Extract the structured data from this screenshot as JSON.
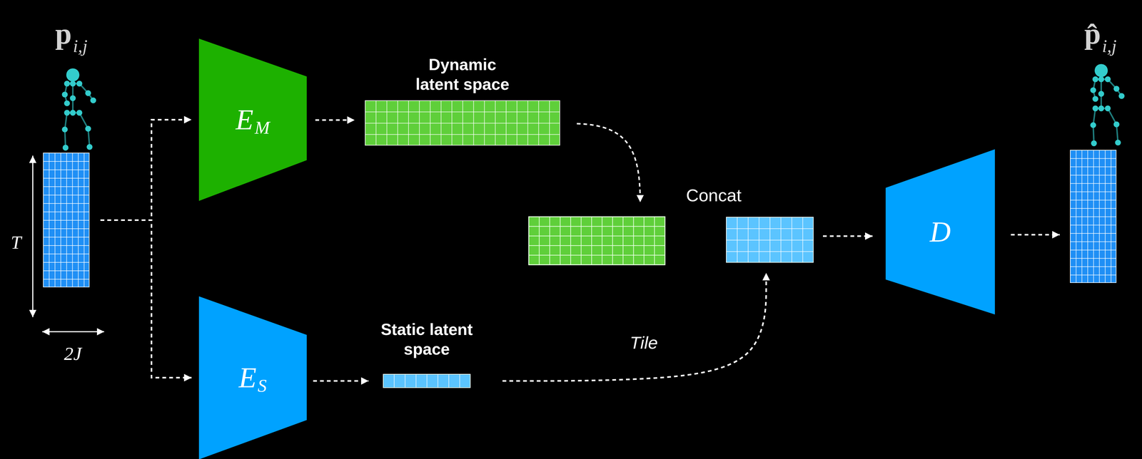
{
  "diagram": {
    "nodes": [
      {
        "text": [
          "p",
          "i,j"
        ]
      },
      {
        "text": [
          "E",
          "M"
        ]
      },
      {
        "text": [
          "E",
          "S"
        ]
      },
      {
        "text": [
          "Dynamic latent space"
        ]
      },
      {
        "text": [
          "Static latent space"
        ]
      },
      {
        "text": [
          "Concat"
        ]
      },
      {
        "text": [
          "D"
        ]
      },
      {
        "text": [
          "p̂",
          "i,j"
        ]
      }
    ],
    "edges": [
      {
        "from": 0,
        "to": 1,
        "arrow": "to"
      },
      {
        "from": 0,
        "to": 2,
        "arrow": "to"
      },
      {
        "from": 1,
        "to": 3,
        "arrow": "to"
      },
      {
        "from": 2,
        "to": 4,
        "arrow": "to"
      },
      {
        "from": 4,
        "to": 5,
        "label": "Tile",
        "arrow": "to"
      },
      {
        "from": 5,
        "to": 6,
        "arrow": "to"
      },
      {
        "from": 6,
        "to": 7,
        "arrow": "to"
      }
    ],
    "labels": [
      "T",
      "2J"
    ]
  }
}
